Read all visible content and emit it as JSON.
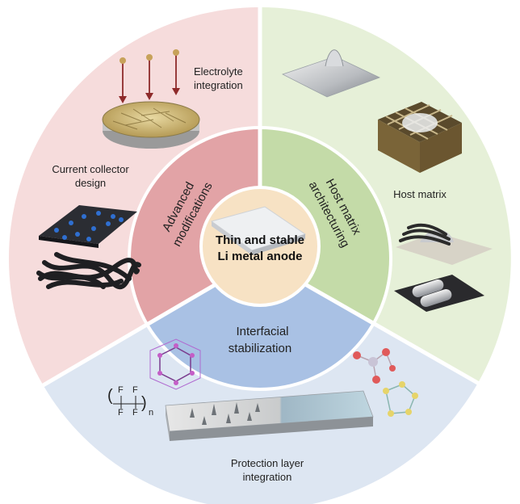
{
  "center": {
    "line1": "Thin and stable",
    "line2": "Li metal anode"
  },
  "inner_sections": {
    "advanced": {
      "line1": "Advanced",
      "line2": "modifications"
    },
    "host": {
      "line1": "Host matrix",
      "line2": "architecturing"
    },
    "interfacial": {
      "line1": "Interfacial",
      "line2": "stabilization"
    }
  },
  "outer_labels": {
    "electrolyte": {
      "line1": "Electrolyte",
      "line2": "integration"
    },
    "current_collector": {
      "line1": "Current collector",
      "line2": "design"
    },
    "host_matrix": {
      "line1": "Host matrix"
    },
    "protection": {
      "line1": "Protection layer",
      "line2": "integration"
    }
  },
  "formula": {
    "left_top": "F",
    "left_bottom": "F",
    "right_top": "F",
    "right_bottom": "F",
    "subscript": "n"
  },
  "colors": {
    "outer_pink": "#f6dcdc",
    "outer_green": "#e6f0d8",
    "outer_blue": "#dde6f2",
    "inner_pink": "#e2a3a6",
    "inner_green": "#c4dba8",
    "inner_blue": "#a9c1e4",
    "center": "#f7e2c4",
    "divider": "#ffffff"
  }
}
